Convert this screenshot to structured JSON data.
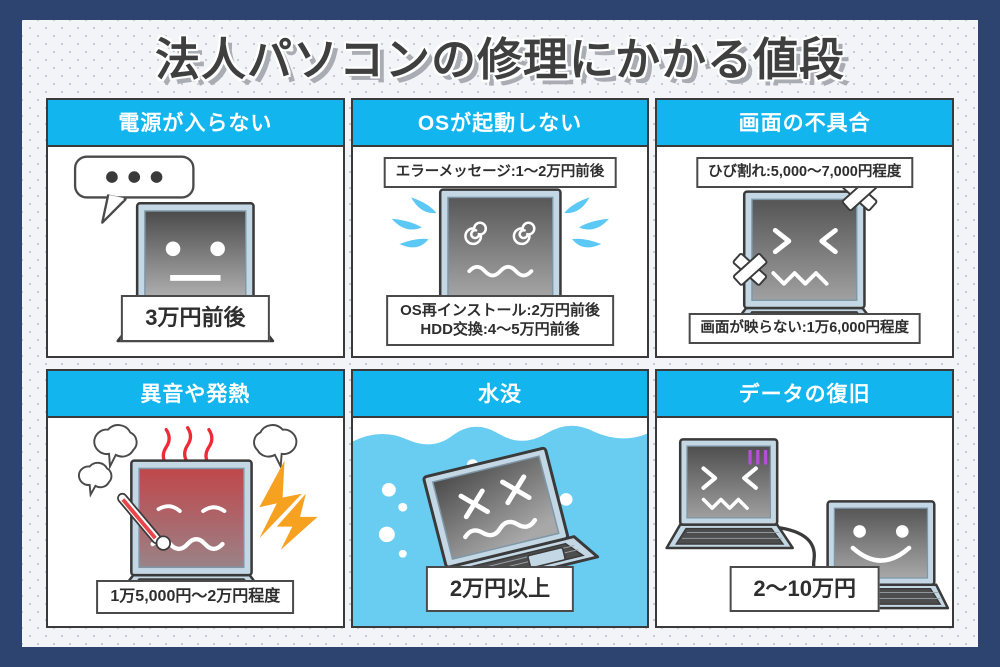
{
  "page": {
    "title": "法人パソコンの修理にかかる値段",
    "background_color": "#2d4470",
    "panel_header_color": "#13b5ef",
    "title_color": "#3f3f3f"
  },
  "panels": [
    {
      "id": "power",
      "header": "電源が入らない",
      "icon": "laptop-neutral-face-with-speech-bubble",
      "notes": [],
      "price": "3万円前後"
    },
    {
      "id": "os-boot",
      "header": "OSが起動しない",
      "icon": "laptop-dizzy-face-with-sweat-drops",
      "notes": [
        "エラーメッセージ:1〜2万円前後"
      ],
      "price_lines": [
        "OS再インストール:2万円前後",
        "HDD交換:4〜5万円前後"
      ]
    },
    {
      "id": "screen-trouble",
      "header": "画面の不具合",
      "icon": "laptop-cracked-screen-with-bandages",
      "notes": [
        "ひび割れ:5,000〜7,000円程度"
      ],
      "price": "画面が映らない:1万6,000円程度"
    },
    {
      "id": "noise-heat",
      "header": "異音や発熱",
      "icon": "laptop-overheating-with-thermometer-and-lightning",
      "notes": [],
      "price": "1万5,000円〜2万円程度"
    },
    {
      "id": "water-damage",
      "header": "水没",
      "icon": "laptop-submerged-in-water",
      "notes": [],
      "price": "2万円以上"
    },
    {
      "id": "data-recovery",
      "header": "データの復旧",
      "icon": "two-laptops-connected-by-cable",
      "notes": [],
      "price": "2〜10万円"
    }
  ]
}
